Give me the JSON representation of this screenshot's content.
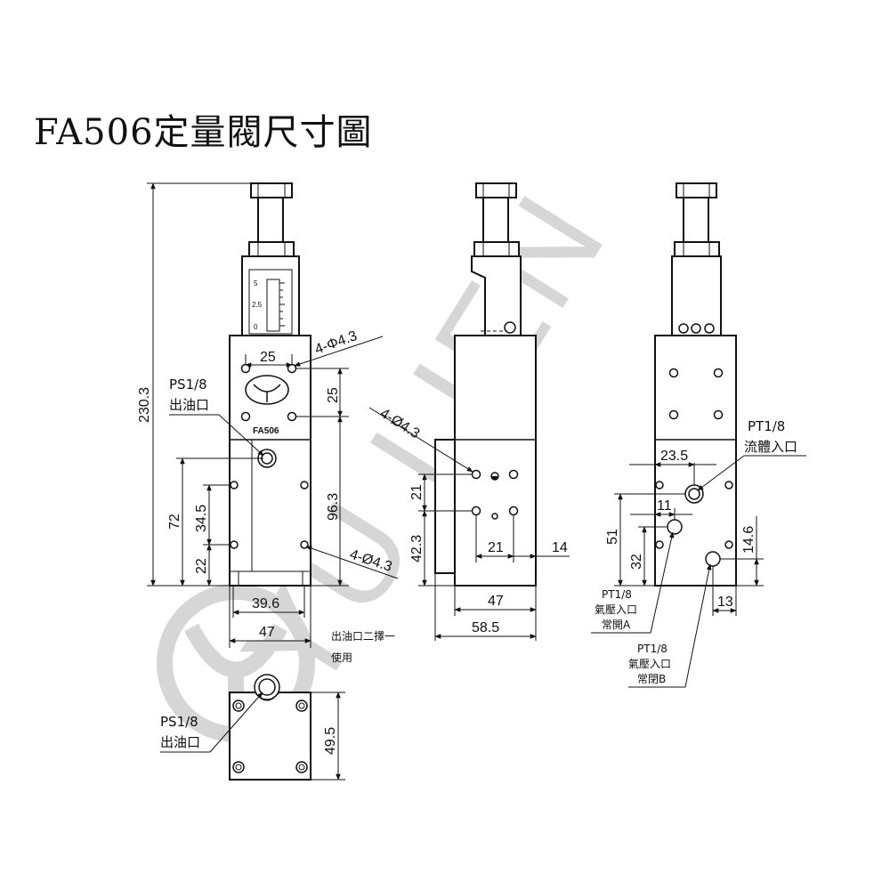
{
  "title": "FA506定量閥尺寸圖",
  "watermark": {
    "text": "YU LIEN",
    "color": "#d6d6d6"
  },
  "front_view": {
    "hole_label": "4-Φ4.3",
    "dim_25_horizontal": "25",
    "dim_25_vertical": "25",
    "model_mark": "FA506",
    "scale_marks": [
      "5",
      "2.5",
      "0"
    ],
    "outlet_label_1": "PS1/8",
    "outlet_label_2": "出油口",
    "dim_overall_height": "230.3",
    "dim_72": "72",
    "dim_34_5": "34.5",
    "dim_22": "22",
    "dim_96_3": "96.3",
    "lower_hole_label": "4-Ø4.3",
    "dim_39_6": "39.6",
    "dim_47": "47",
    "note_line_1": "出油口二擇一",
    "note_line_2": "使用"
  },
  "side_view": {
    "hole_label": "4-Ø4.3",
    "dim_21_vertical": "21",
    "dim_42_3": "42.3",
    "dim_21_horizontal": "21",
    "dim_14": "14",
    "dim_47": "47",
    "dim_58_5": "58.5"
  },
  "rear_view": {
    "inlet_label_1": "PT1/8",
    "inlet_label_2": "流體入口",
    "dim_23_5": "23.5",
    "dim_11": "11",
    "dim_51": "51",
    "dim_32": "32",
    "dim_14_6": "14.6",
    "dim_13": "13",
    "port_a_line_1": "PT1/8",
    "port_a_line_2": "氣壓入口",
    "port_a_line_3": "常開A",
    "port_b_line_1": "PT1/8",
    "port_b_line_2": "氣壓入口",
    "port_b_line_3": "常閉B"
  },
  "bottom_view": {
    "outlet_label_1": "PS1/8",
    "outlet_label_2": "出油口",
    "dim_49_5": "49.5"
  }
}
